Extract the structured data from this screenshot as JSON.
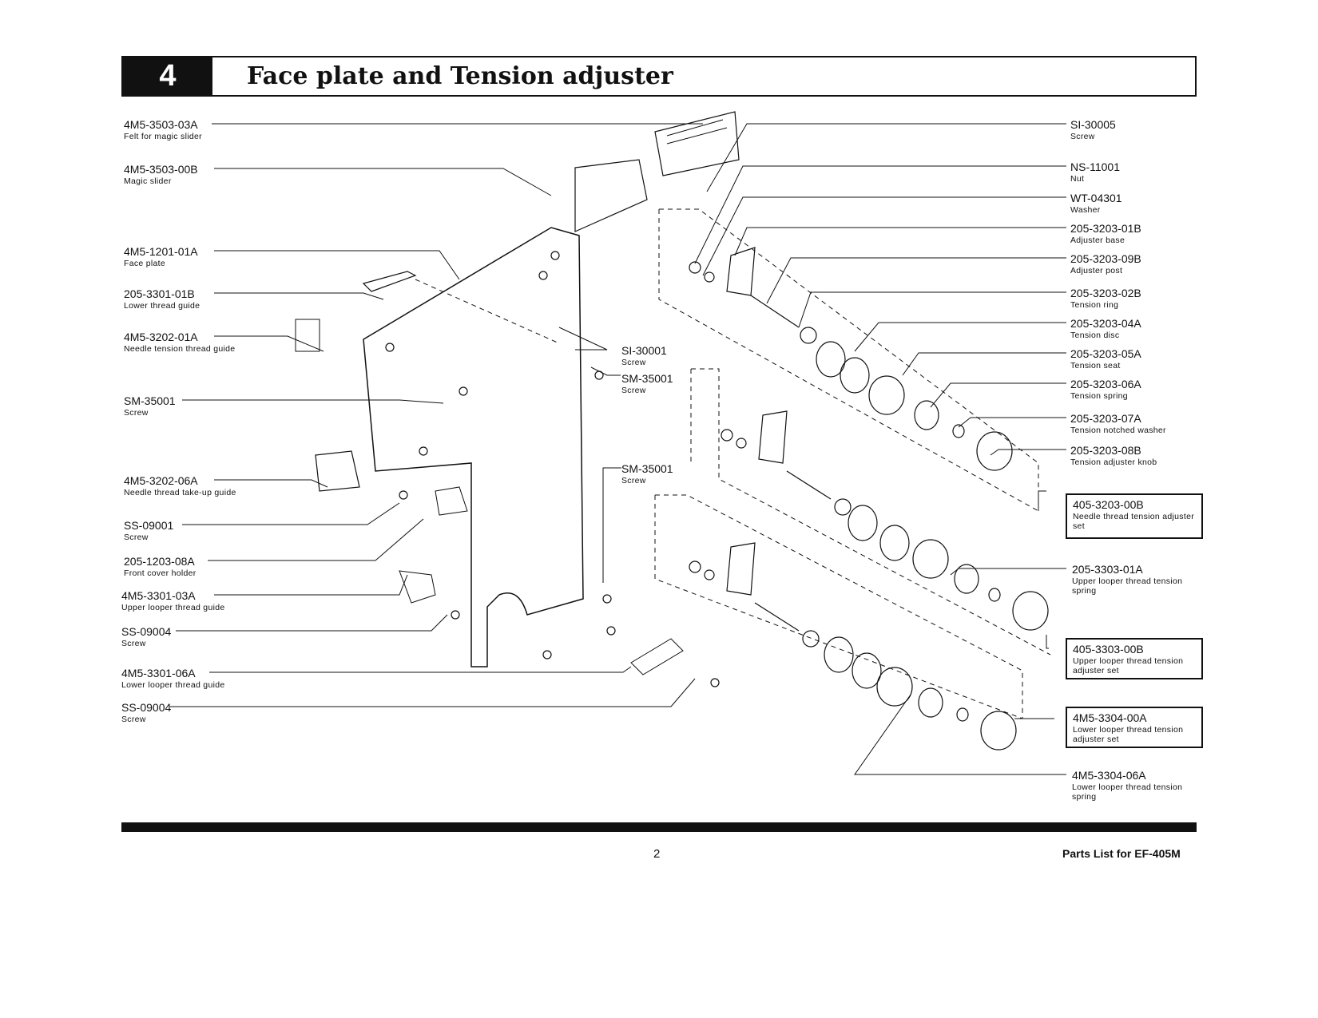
{
  "header": {
    "section_number": "4",
    "title": "Face plate and Tension adjuster"
  },
  "left_parts": [
    {
      "number": "4M5-3503-03A",
      "desc": "Felt for magic slider"
    },
    {
      "number": "4M5-3503-00B",
      "desc": "Magic slider"
    },
    {
      "number": "4M5-1201-01A",
      "desc": "Face plate"
    },
    {
      "number": "205-3301-01B",
      "desc": "Lower thread guide"
    },
    {
      "number": "4M5-3202-01A",
      "desc": "Needle tension thread guide"
    },
    {
      "number": "SM-35001",
      "desc": "Screw"
    },
    {
      "number": "4M5-3202-06A",
      "desc": "Needle thread take-up guide"
    },
    {
      "number": "SS-09001",
      "desc": "Screw"
    },
    {
      "number": "205-1203-08A",
      "desc": "Front cover holder"
    },
    {
      "number": "4M5-3301-03A",
      "desc": "Upper looper thread guide"
    },
    {
      "number": "SS-09004",
      "desc": "Screw"
    },
    {
      "number": "4M5-3301-06A",
      "desc": "Lower looper thread guide"
    },
    {
      "number": "SS-09004",
      "desc": "Screw"
    }
  ],
  "center_parts": [
    {
      "number": "SI-30001",
      "desc": "Screw"
    },
    {
      "number": "SM-35001",
      "desc": "Screw"
    },
    {
      "number": "SM-35001",
      "desc": "Screw"
    }
  ],
  "right_parts": [
    {
      "number": "SI-30005",
      "desc": "Screw"
    },
    {
      "number": "NS-11001",
      "desc": "Nut"
    },
    {
      "number": "WT-04301",
      "desc": "Washer"
    },
    {
      "number": "205-3203-01B",
      "desc": "Adjuster base"
    },
    {
      "number": "205-3203-09B",
      "desc": "Adjuster post"
    },
    {
      "number": "205-3203-02B",
      "desc": "Tension ring"
    },
    {
      "number": "205-3203-04A",
      "desc": "Tension disc"
    },
    {
      "number": "205-3203-05A",
      "desc": "Tension seat"
    },
    {
      "number": "205-3203-06A",
      "desc": "Tension spring"
    },
    {
      "number": "205-3203-07A",
      "desc": "Tension notched washer"
    },
    {
      "number": "205-3203-08B",
      "desc": "Tension adjuster knob"
    },
    {
      "number": "205-3303-01A",
      "desc": "Upper looper thread tension spring"
    },
    {
      "number": "4M5-3304-06A",
      "desc": "Lower looper thread tension spring"
    }
  ],
  "sets": [
    {
      "number": "405-3203-00B",
      "desc": "Needle thread tension adjuster set"
    },
    {
      "number": "405-3303-00B",
      "desc": "Upper looper thread tension adjuster set"
    },
    {
      "number": "4M5-3304-00A",
      "desc": "Lower looper thread tension adjuster set"
    }
  ],
  "footer": {
    "page_number": "2",
    "parts_list": "Parts List for EF-405M"
  }
}
